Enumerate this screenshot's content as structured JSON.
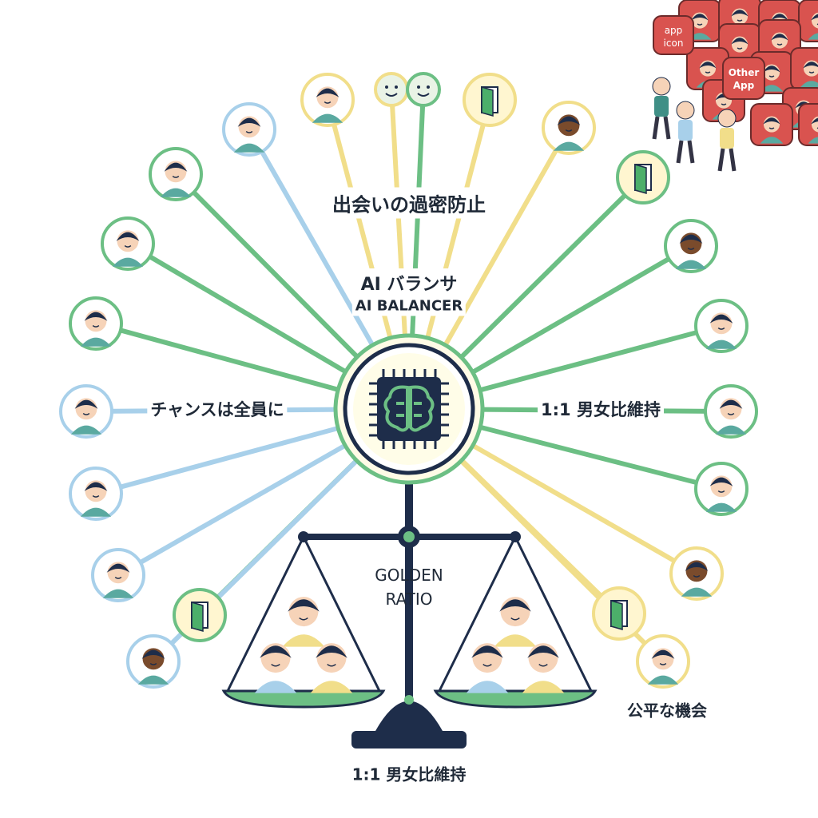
{
  "labels": {
    "top": "出会いの過密防止",
    "ai_jp": "AI バランサ",
    "ai_en": "AI BALANCER",
    "left": "チャンスは全員に",
    "right": "1:1 男女比維持",
    "scale_line1": "GOLDEN",
    "scale_line2": "RATIO",
    "bottom": "1:1 男女比維持",
    "bottom_right": "公平な機会"
  },
  "other_app": {
    "badge": "Other App",
    "icon_label": "app icon"
  },
  "colors": {
    "green": "#6cbf84",
    "blue": "#a8d0ea",
    "yellow": "#f1de8a",
    "navy": "#1e2d4a",
    "red": "#d9534f",
    "chip": "#1e2d4a"
  },
  "nodes": [
    {
      "color": "yellow",
      "kind": "person"
    },
    {
      "color": "yellow",
      "kind": "smiley"
    },
    {
      "color": "green",
      "kind": "smiley"
    },
    {
      "color": "yellow",
      "kind": "door"
    },
    {
      "color": "yellow",
      "kind": "person"
    },
    {
      "color": "green",
      "kind": "door"
    },
    {
      "color": "green",
      "kind": "person"
    },
    {
      "color": "green",
      "kind": "person"
    },
    {
      "color": "green",
      "kind": "person"
    },
    {
      "color": "green",
      "kind": "person"
    },
    {
      "color": "yellow",
      "kind": "person"
    },
    {
      "color": "yellow",
      "kind": "door"
    },
    {
      "color": "yellow",
      "kind": "person"
    },
    {
      "color": "blue",
      "kind": "person"
    },
    {
      "color": "green",
      "kind": "person"
    },
    {
      "color": "green",
      "kind": "person"
    },
    {
      "color": "green",
      "kind": "person"
    },
    {
      "color": "blue",
      "kind": "person"
    },
    {
      "color": "blue",
      "kind": "person"
    },
    {
      "color": "blue",
      "kind": "person"
    },
    {
      "color": "green",
      "kind": "door"
    },
    {
      "color": "blue",
      "kind": "person"
    }
  ]
}
